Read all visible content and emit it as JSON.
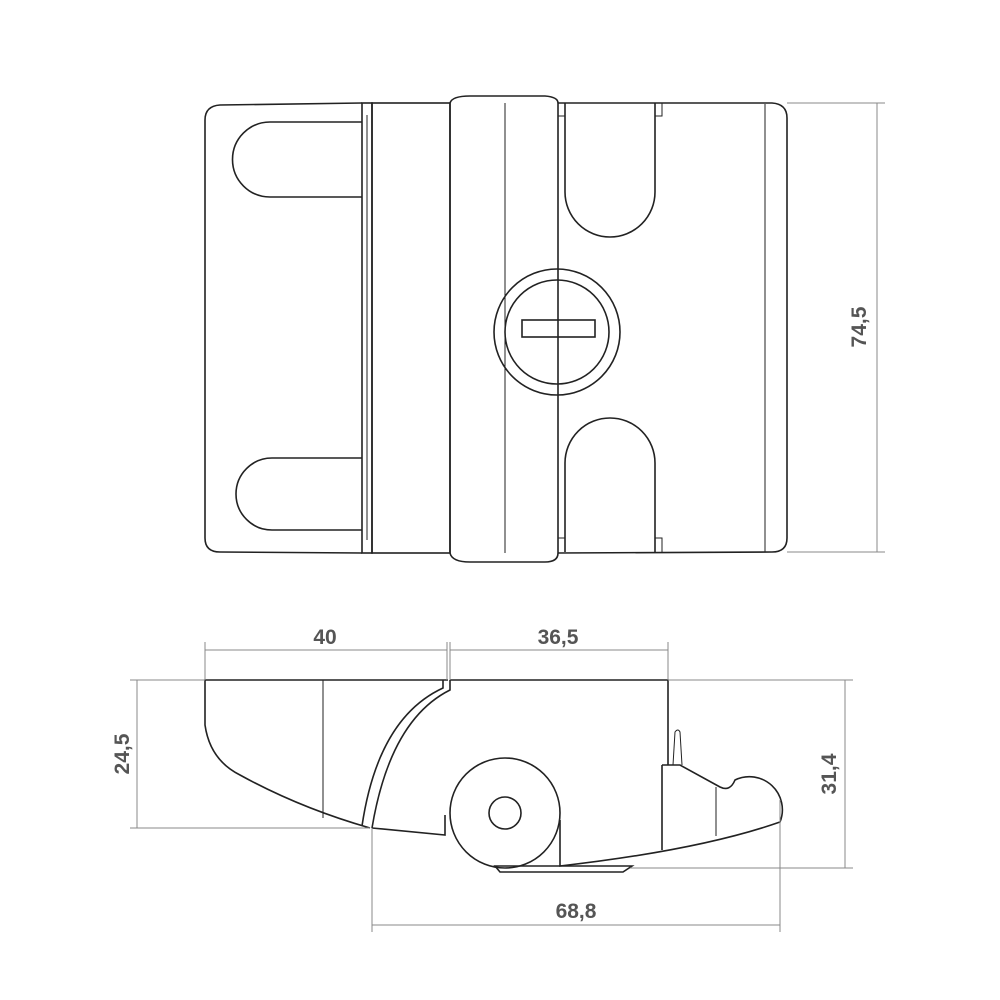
{
  "title": "Hinge lock technical drawing",
  "dimensions": {
    "height_top_view": "74,5",
    "width_left": "40",
    "width_right": "36,5",
    "depth_left": "24,5",
    "depth_right": "31,4",
    "total_length": "68,8"
  }
}
